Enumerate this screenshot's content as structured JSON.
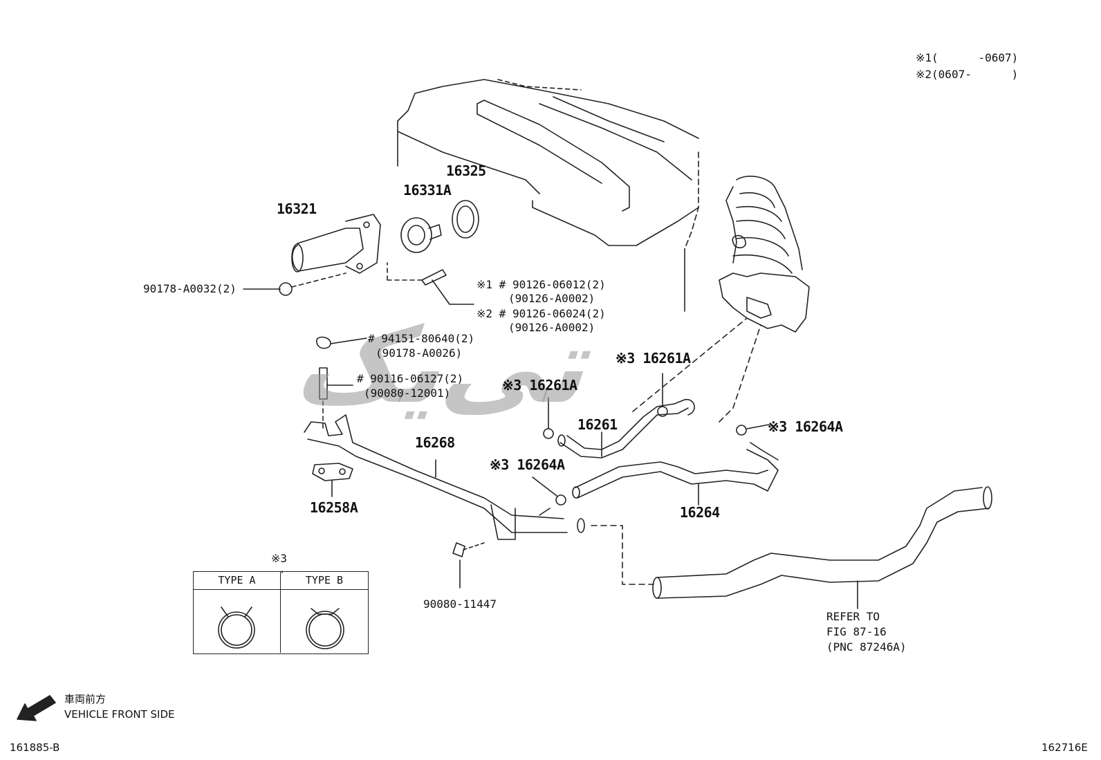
{
  "variants": {
    "v1": "※1(      -0607)",
    "v2": "※2(0607-      )"
  },
  "labels": {
    "p16321": "16321",
    "p16331A": "16331A",
    "p16325": "16325",
    "p90178": "90178-A0032(2)",
    "p90126_1a": "※1 # 90126-06012(2)",
    "p90126_1b": "(90126-A0002)",
    "p90126_2a": "※2 # 90126-06024(2)",
    "p90126_2b": "(90126-A0002)",
    "p94151a": "# 94151-80640(2)",
    "p94151b": "(90178-A0026)",
    "p90116a": "# 90116-06127(2)",
    "p90116b": "(90080-12001)",
    "p16261A_right": "※3 16261A",
    "p16261A_left": "※3 16261A",
    "p16264A_right": "※3 16264A",
    "p16264A_left": "※3 16264A",
    "p16261": "16261",
    "p16268": "16268",
    "p16258A": "16258A",
    "p16264": "16264",
    "p90080": "90080-11447",
    "refer1": "REFER TO",
    "refer2": "FIG 87-16",
    "refer3": "(PNC 87246A)"
  },
  "legend": {
    "title": "※3",
    "type_a": "TYPE A",
    "type_b": "TYPE B"
  },
  "front": {
    "jp": "車両前方",
    "en": "VEHICLE FRONT SIDE"
  },
  "codes": {
    "left": "161885-B",
    "right": "162716E"
  },
  "watermark": "تی‌یک"
}
